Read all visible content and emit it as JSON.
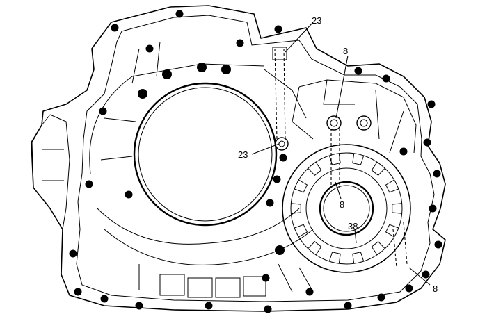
{
  "callouts": [
    {
      "id": "c1",
      "text": "23"
    },
    {
      "id": "c2",
      "text": "8"
    },
    {
      "id": "c3",
      "text": "23"
    },
    {
      "id": "c4",
      "text": "8"
    },
    {
      "id": "c5",
      "text": "38"
    },
    {
      "id": "c6",
      "text": "8"
    }
  ]
}
